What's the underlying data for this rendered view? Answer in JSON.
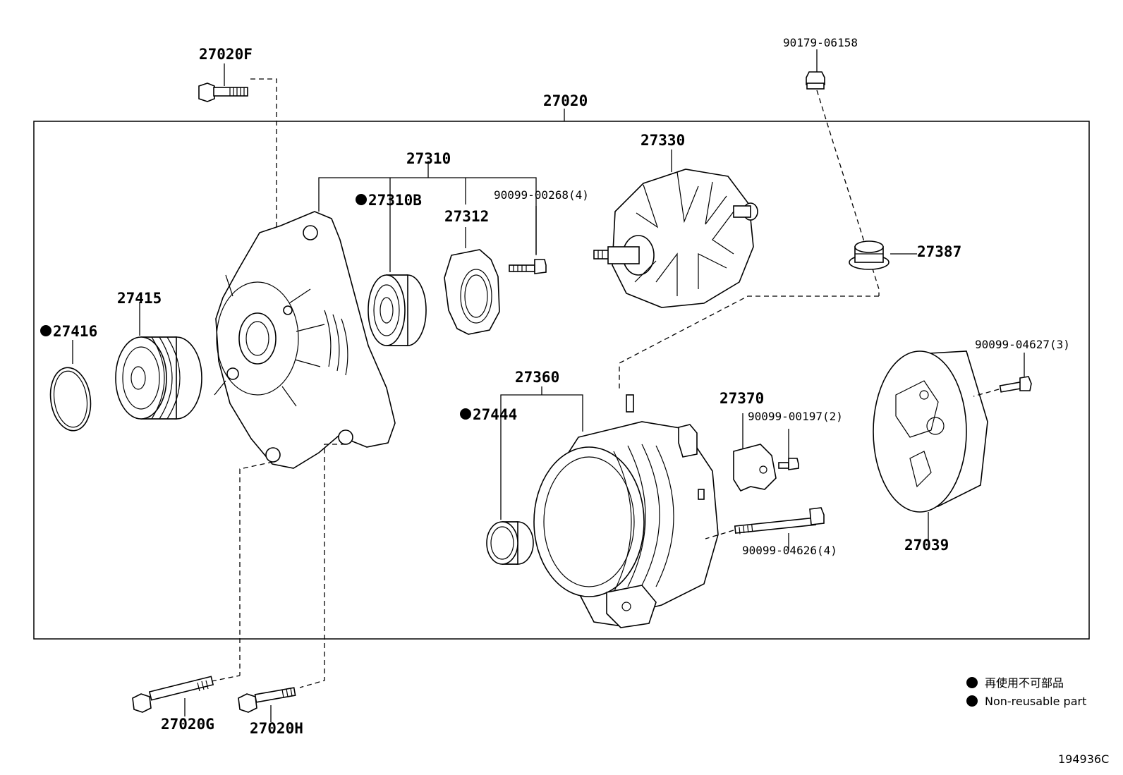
{
  "labels": {
    "p27020F": "27020F",
    "p27020": "27020",
    "p90179_06158": "90179-06158",
    "p27310": "27310",
    "p27310B": "27310B",
    "p27312": "27312",
    "p90099_00268": "90099-00268(4)",
    "p27330": "27330",
    "p27387": "27387",
    "p27415": "27415",
    "p27416": "27416",
    "p90099_04627": "90099-04627(3)",
    "p27360": "27360",
    "p27444": "27444",
    "p27370": "27370",
    "p90099_00197": "90099-00197(2)",
    "p90099_04626": "90099-04626(4)",
    "p27039": "27039",
    "p27020G": "27020G",
    "p27020H": "27020H"
  },
  "legend": {
    "line1": "再使用不可部品",
    "line2": "Non-reusable part"
  },
  "figure_code": "194936C",
  "colors": {
    "ink": "#000000",
    "paper": "#ffffff"
  }
}
